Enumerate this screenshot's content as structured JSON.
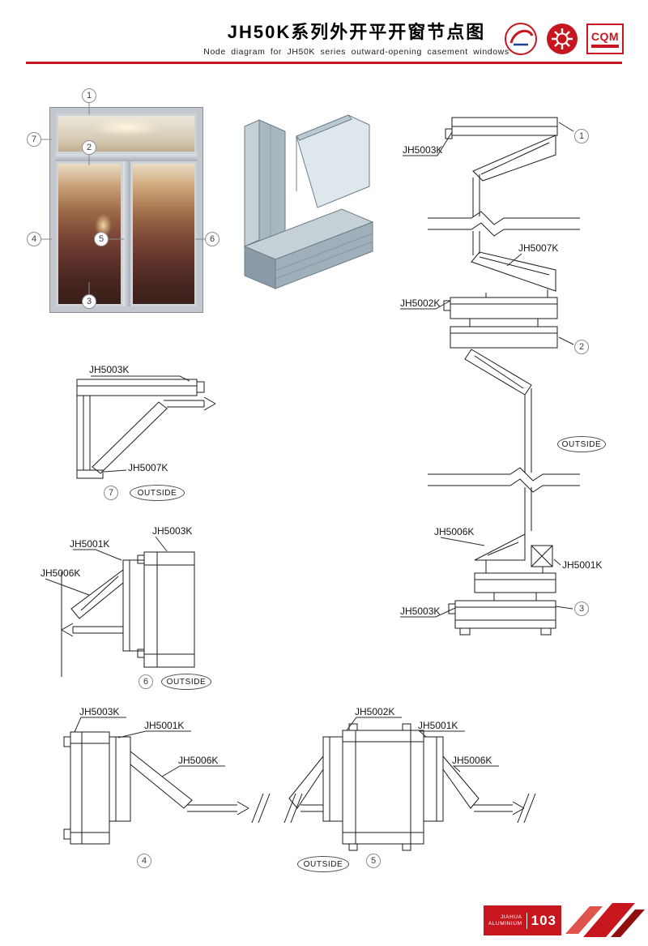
{
  "header": {
    "title_cn": "JH50K系列外开平开窗节点图",
    "title_en": "Node diagram for JH50K series outward-opening casement windows",
    "cqm": "CQM"
  },
  "labels": {
    "jh5001k": "JH5001K",
    "jh5002k": "JH5002K",
    "jh5003k": "JH5003K",
    "jh5006k": "JH5006K",
    "jh5007k": "JH5007K",
    "outside": "OUTSIDE"
  },
  "callouts": {
    "n1": "1",
    "n2": "2",
    "n3": "3",
    "n4": "4",
    "n5": "5",
    "n6": "6",
    "n7": "7"
  },
  "footer": {
    "brand_top": "JIAHUA",
    "brand_bottom": "ALUMINIUM",
    "page": "103"
  }
}
